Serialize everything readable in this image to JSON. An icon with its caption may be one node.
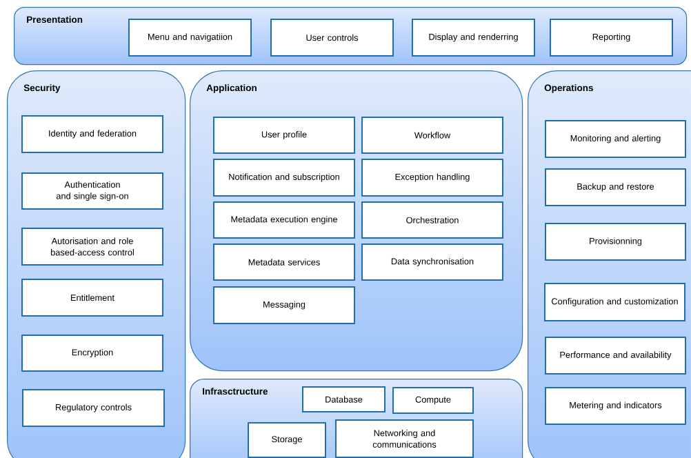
{
  "diagram": {
    "nodes": [
      {
        "text": [
          "Presentation"
        ]
      },
      {
        "text": [
          "Menu and navigatiion"
        ],
        "in": 0
      },
      {
        "text": [
          "User controls"
        ],
        "in": 0
      },
      {
        "text": [
          "Display and renderring"
        ],
        "in": 0
      },
      {
        "text": [
          "Reporting"
        ],
        "in": 0
      },
      {
        "text": [
          "Security"
        ]
      },
      {
        "text": [
          "Identity and federation"
        ],
        "in": 5
      },
      {
        "text": [
          "Authentication and single sign-on"
        ],
        "in": 5
      },
      {
        "text": [
          "Autorisation and role based-access control"
        ],
        "in": 5
      },
      {
        "text": [
          "Entitlement"
        ],
        "in": 5
      },
      {
        "text": [
          "Encryption"
        ],
        "in": 5
      },
      {
        "text": [
          "Regulatory controls"
        ],
        "in": 5
      },
      {
        "text": [
          "Application"
        ]
      },
      {
        "text": [
          "User profile"
        ],
        "in": 12
      },
      {
        "text": [
          "Workflow"
        ],
        "in": 12
      },
      {
        "text": [
          "Notification and subscription"
        ],
        "in": 12
      },
      {
        "text": [
          "Exception handling"
        ],
        "in": 12
      },
      {
        "text": [
          "Metadata execution engine"
        ],
        "in": 12
      },
      {
        "text": [
          "Orchestration"
        ],
        "in": 12
      },
      {
        "text": [
          "Metadata services"
        ],
        "in": 12
      },
      {
        "text": [
          "Data synchronisation"
        ],
        "in": 12
      },
      {
        "text": [
          "Messaging"
        ],
        "in": 12
      },
      {
        "text": [
          "Infrasctructure"
        ]
      },
      {
        "text": [
          "Database"
        ],
        "in": 22
      },
      {
        "text": [
          "Compute"
        ],
        "in": 22
      },
      {
        "text": [
          "Storage"
        ],
        "in": 22
      },
      {
        "text": [
          "Networking and communications"
        ],
        "in": 22
      },
      {
        "text": [
          "Operations"
        ]
      },
      {
        "text": [
          "Monitoring and alerting"
        ],
        "in": 27
      },
      {
        "text": [
          "Backup and restore"
        ],
        "in": 27
      },
      {
        "text": [
          "Provisionning"
        ],
        "in": 27
      },
      {
        "text": [
          "Configuration and customization"
        ],
        "in": 27
      },
      {
        "text": [
          "Performance and availability"
        ],
        "in": 27
      },
      {
        "text": [
          "Metering and indicators"
        ],
        "in": 27
      }
    ]
  }
}
